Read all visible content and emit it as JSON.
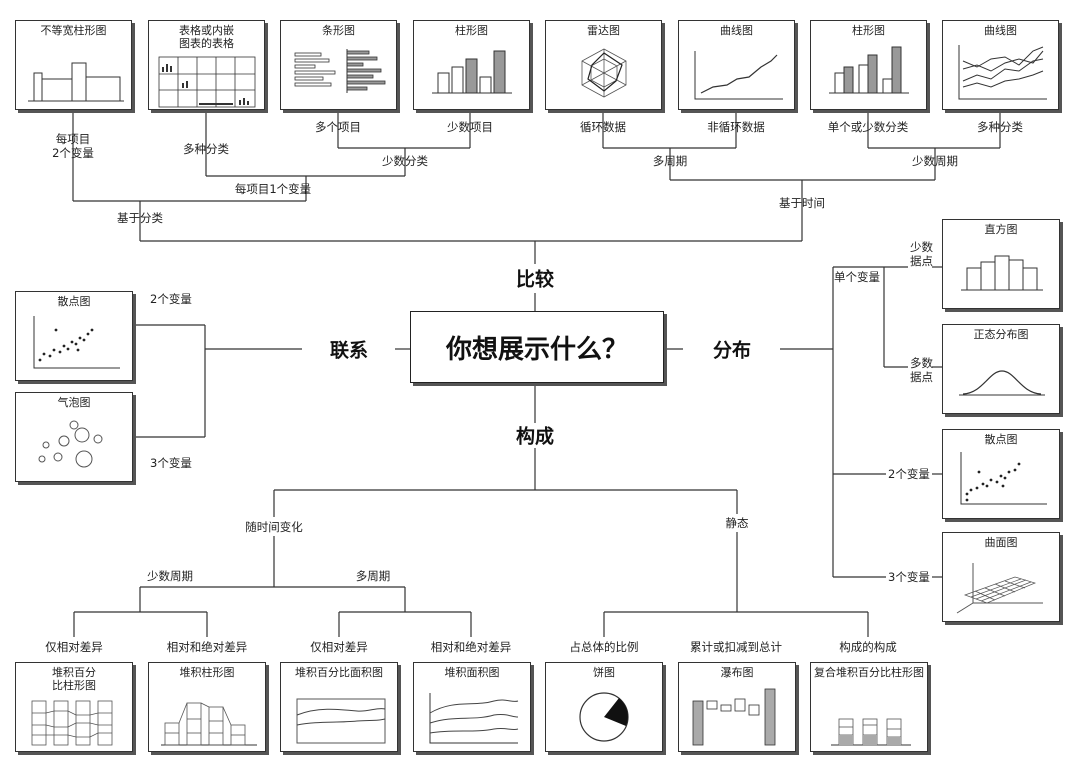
{
  "center_question": "你想展示什么？",
  "branches": {
    "compare": "比较",
    "relation": "联系",
    "distribution": "分布",
    "composition": "构成"
  },
  "compare": {
    "charts": [
      "不等宽柱形图",
      "表格或内嵌\n图表的表格",
      "条形图",
      "柱形图",
      "雷达图",
      "曲线图",
      "柱形图",
      "曲线图"
    ],
    "labels": {
      "per_item_2var": "每项目\n2个变量",
      "many_categories": "多种分类",
      "many_items": "多个项目",
      "few_items": "少数项目",
      "cyclic": "循环数据",
      "non_cyclic": "非循环数据",
      "single_few_cat": "单个或少数分类",
      "many_cat": "多种分类",
      "few_categories": "少数分类",
      "many_periods": "多周期",
      "few_periods": "少数周期",
      "per_item_1var": "每项目1个变量",
      "by_category": "基于分类",
      "by_time": "基于时间"
    }
  },
  "relation": {
    "charts": [
      "散点图",
      "气泡图"
    ],
    "labels": {
      "two_vars": "2个变量",
      "three_vars": "3个变量"
    }
  },
  "distribution": {
    "charts": [
      "直方图",
      "正态分布图",
      "散点图",
      "曲面图"
    ],
    "labels": {
      "single_var": "单个变量",
      "few_points": "少数\n据点",
      "many_points": "多数\n据点",
      "two_vars": "2个变量",
      "three_vars": "3个变量"
    }
  },
  "composition": {
    "charts": [
      "堆积百分\n比柱形图",
      "堆积柱形图",
      "堆积百分比面积图",
      "堆积面积图",
      "饼图",
      "瀑布图",
      "复合堆积百分比柱形图"
    ],
    "labels": {
      "over_time": "随时间变化",
      "static": "静态",
      "few_periods": "少数周期",
      "many_periods": "多周期",
      "rel_only_1": "仅相对差异",
      "rel_abs_1": "相对和绝对差异",
      "rel_only_2": "仅相对差异",
      "rel_abs_2": "相对和绝对差异",
      "share_total": "占总体的比例",
      "accumulate": "累计或扣减到总计",
      "components": "构成的构成"
    }
  }
}
